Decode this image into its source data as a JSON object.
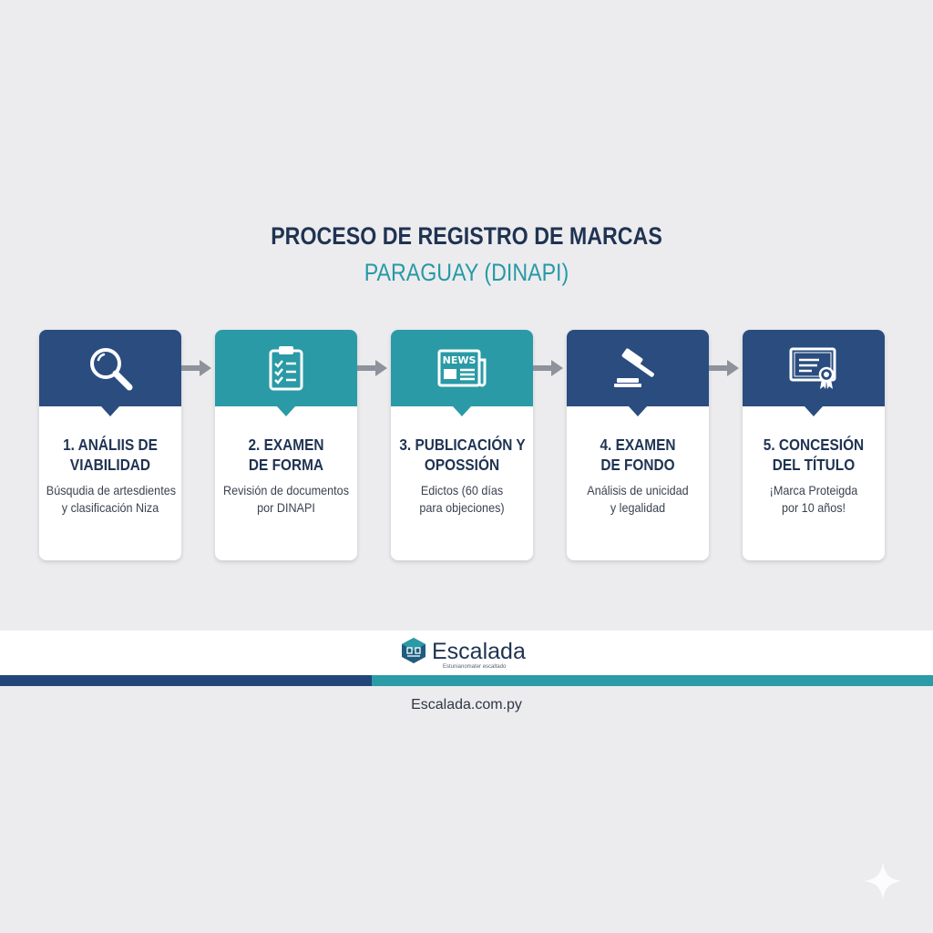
{
  "header": {
    "title_line1": "PROCESO DE REGISTRO DE MARCAS",
    "title_line2": "PARAGUAY (DINAPI)"
  },
  "colors": {
    "navy": "#2a4c7f",
    "teal": "#2a9aa6",
    "title": "#1f3352",
    "arrow": "#8d929b"
  },
  "steps": [
    {
      "icon": "magnifier-icon",
      "color": "navy",
      "title": [
        "1. ANÁLIIS DE",
        "VIABILIDAD"
      ],
      "desc": [
        "Búsqudia de artesdientes",
        "y clasificación Niza"
      ]
    },
    {
      "icon": "clipboard-checklist-icon",
      "color": "teal",
      "title": [
        "2. EXAMEN",
        "DE FORMA"
      ],
      "desc": [
        "Revisión de documentos",
        "por DINAPI"
      ]
    },
    {
      "icon": "newspaper-icon",
      "color": "teal",
      "title": [
        "3. PUBLICACIÓN Y",
        "OPOSSIÓN"
      ],
      "desc": [
        "Edictos (60 días",
        "para objeciones)"
      ],
      "icon_text": "NEWS"
    },
    {
      "icon": "gavel-icon",
      "color": "navy",
      "title": [
        "4. EXAMEN",
        "DE FONDO"
      ],
      "desc": [
        "Análisis de unicidad",
        "y legalidad"
      ]
    },
    {
      "icon": "certificate-icon",
      "color": "navy",
      "title": [
        "5. CONCESIÓN",
        "DEL TÍTULO"
      ],
      "desc": [
        "¡Marca Proteigda",
        "por 10 años!"
      ]
    }
  ],
  "footer": {
    "brand": "Escalada",
    "tagline": "Estunianomater escaltado",
    "url": "Escalada.com.py"
  }
}
